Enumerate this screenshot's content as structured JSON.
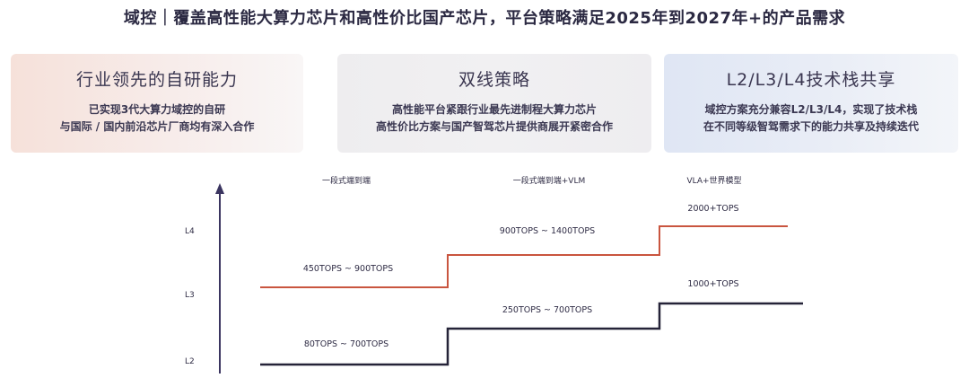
{
  "title": "域控｜覆盖高性能大算力芯片和高性价比国产芯片，平台策略满足2025年到2027年+的产品需求",
  "cards": [
    {
      "title": "行业领先的自研能力",
      "lines": [
        "已实现3代大算力域控的自研",
        "与国际 / 国内前沿芯片厂商均有深入合作"
      ]
    },
    {
      "title": "双线策略",
      "lines": [
        "高性能平台紧跟行业最先进制程大算力芯片",
        "高性价比方案与国产智驾芯片提供商展开紧密合作"
      ]
    },
    {
      "title": "L2/L3/L4技术栈共享",
      "lines": [
        "域控方案充分兼容L2/L3/L4，实现了技术栈",
        "在不同等级智驾需求下的能力共享及持续迭代"
      ]
    }
  ],
  "diagram": {
    "levels": [
      "L4",
      "L3",
      "L2"
    ],
    "phases": [
      "一段式端到端",
      "一段式端到端+VLM",
      "VLA+世界模型"
    ],
    "upper_line": {
      "color": "#c9553f",
      "steps": [
        "450TOPS ~ 900TOPS",
        "900TOPS ~ 1400TOPS",
        "2000+TOPS"
      ]
    },
    "lower_line": {
      "color": "#252338",
      "steps": [
        "80TOPS ~ 700TOPS",
        "250TOPS ~ 700TOPS",
        "1000+TOPS"
      ]
    },
    "axis_color": "#3b3560"
  }
}
